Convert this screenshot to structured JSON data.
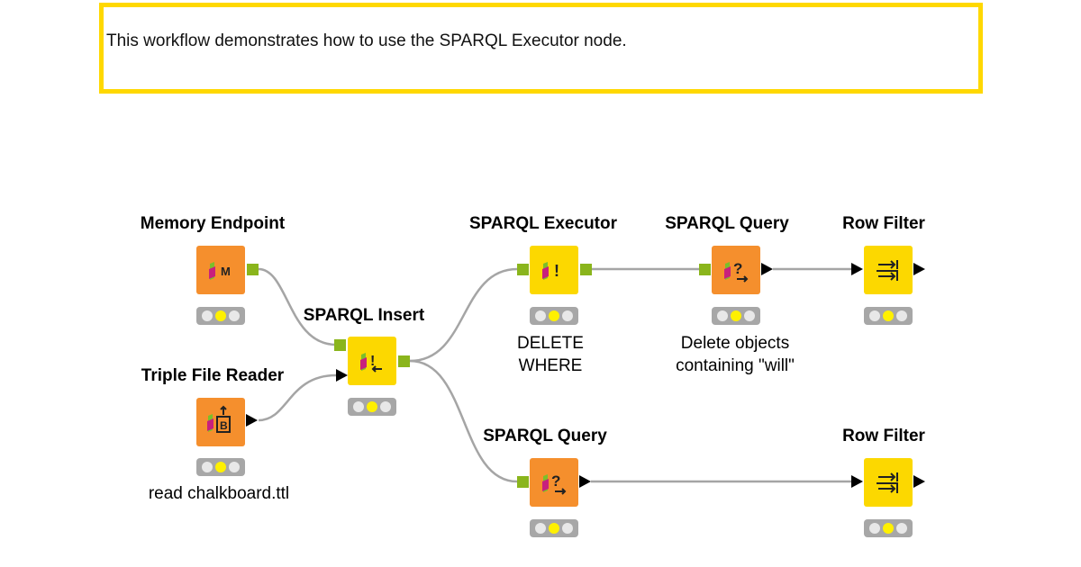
{
  "annotation": {
    "text": "This workflow demonstrates how to use the SPARQL Executor node."
  },
  "colors": {
    "annotation_border": "#ffd800",
    "source_node": "#f58f2d",
    "manipulator_node": "#fcd800",
    "table_port": "#8ab51c",
    "connection": "#a5a5a5"
  },
  "nodes": {
    "memory_endpoint": {
      "title": "Memory Endpoint",
      "icon": "memory-endpoint-icon",
      "icon_letter": "M",
      "status": "configured"
    },
    "triple_file_reader": {
      "title": "Triple File Reader",
      "icon": "triple-file-reader-icon",
      "icon_letter": "B",
      "description": "read chalkboard.ttl",
      "status": "configured"
    },
    "sparql_insert": {
      "title": "SPARQL Insert",
      "icon": "sparql-insert-icon",
      "icon_letter": "!",
      "status": "configured"
    },
    "sparql_executor": {
      "title": "SPARQL Executor",
      "icon": "sparql-executor-icon",
      "icon_letter": "!",
      "description_line1": "DELETE",
      "description_line2": "WHERE",
      "status": "configured"
    },
    "sparql_query_top": {
      "title": "SPARQL Query",
      "icon": "sparql-query-icon",
      "icon_letter": "?",
      "description_line1": "Delete objects",
      "description_line2": "containing \"will\"",
      "status": "configured"
    },
    "row_filter_top": {
      "title": "Row Filter",
      "icon": "row-filter-icon",
      "status": "configured"
    },
    "sparql_query_bottom": {
      "title": "SPARQL Query",
      "icon": "sparql-query-icon",
      "icon_letter": "?",
      "status": "configured"
    },
    "row_filter_bottom": {
      "title": "Row Filter",
      "icon": "row-filter-icon",
      "status": "configured"
    }
  }
}
